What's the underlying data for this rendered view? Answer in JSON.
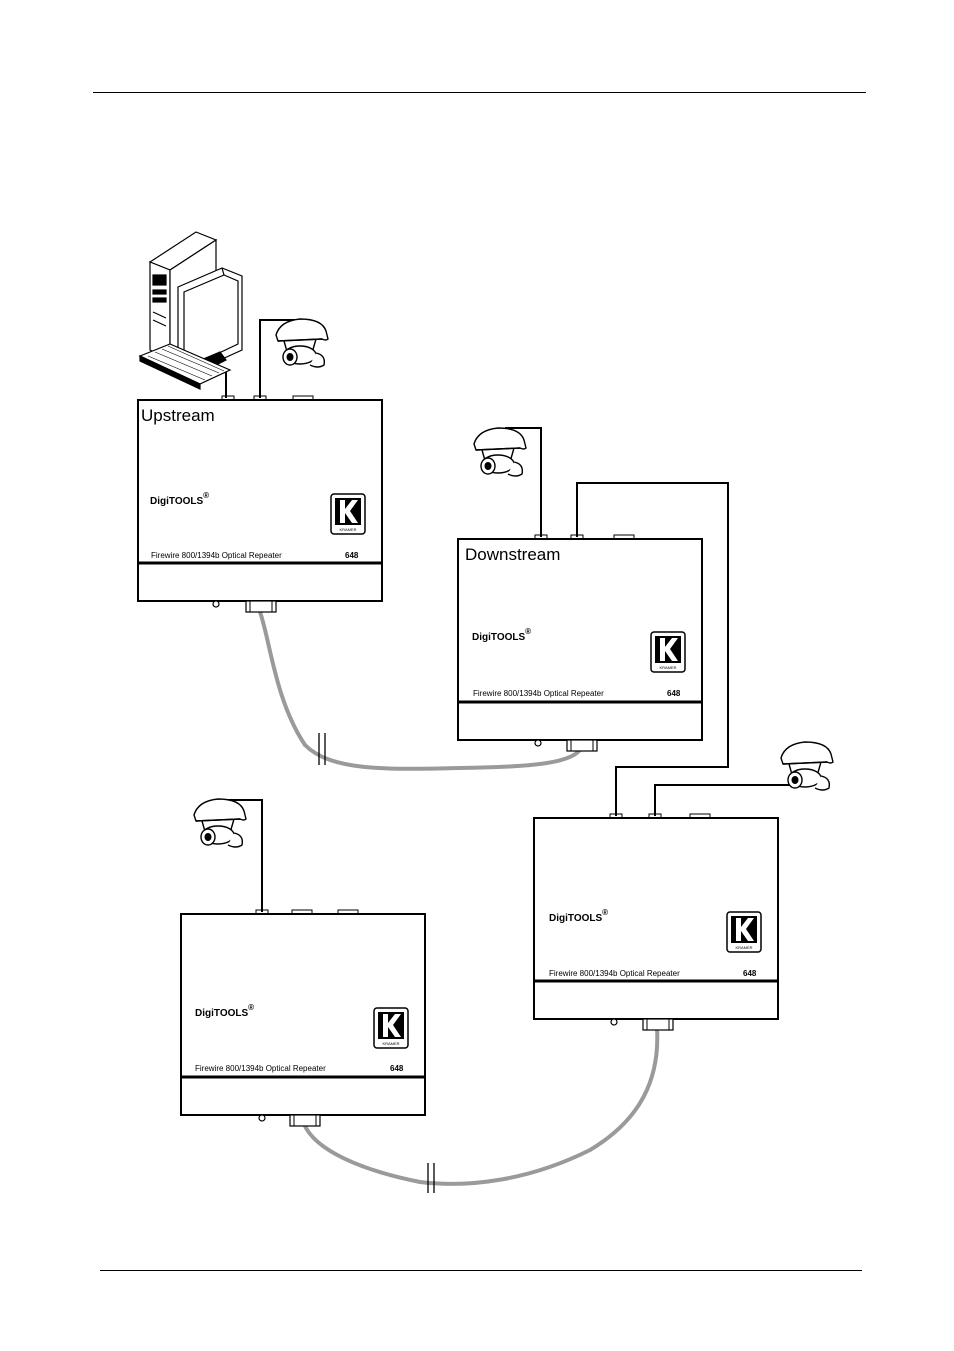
{
  "devices": [
    {
      "id": "upstream",
      "label": "Upstream",
      "brand": "DigiTOOLS",
      "brand_mark": "®",
      "model_text": "Firewire 800/1394b Optical Repeater",
      "model_number": "648",
      "logo_text": "KRAMER"
    },
    {
      "id": "downstream",
      "label": "Downstream",
      "brand": "DigiTOOLS",
      "brand_mark": "®",
      "model_text": "Firewire 800/1394b Optical Repeater",
      "model_number": "648",
      "logo_text": "KRAMER"
    },
    {
      "id": "repeater-right",
      "label": "",
      "brand": "DigiTOOLS",
      "brand_mark": "®",
      "model_text": "Firewire 800/1394b Optical Repeater",
      "model_number": "648",
      "logo_text": "KRAMER"
    },
    {
      "id": "repeater-left",
      "label": "",
      "brand": "DigiTOOLS",
      "brand_mark": "®",
      "model_text": "Firewire 800/1394b Optical Repeater",
      "model_number": "648",
      "logo_text": "KRAMER"
    }
  ],
  "colors": {
    "line": "#000000",
    "fiber": "#9a9a9a",
    "background": "#ffffff"
  },
  "icons": {
    "computer": "desktop-computer-icon",
    "camera": "ptz-camera-icon",
    "logo": "kramer-k-logo-icon"
  }
}
